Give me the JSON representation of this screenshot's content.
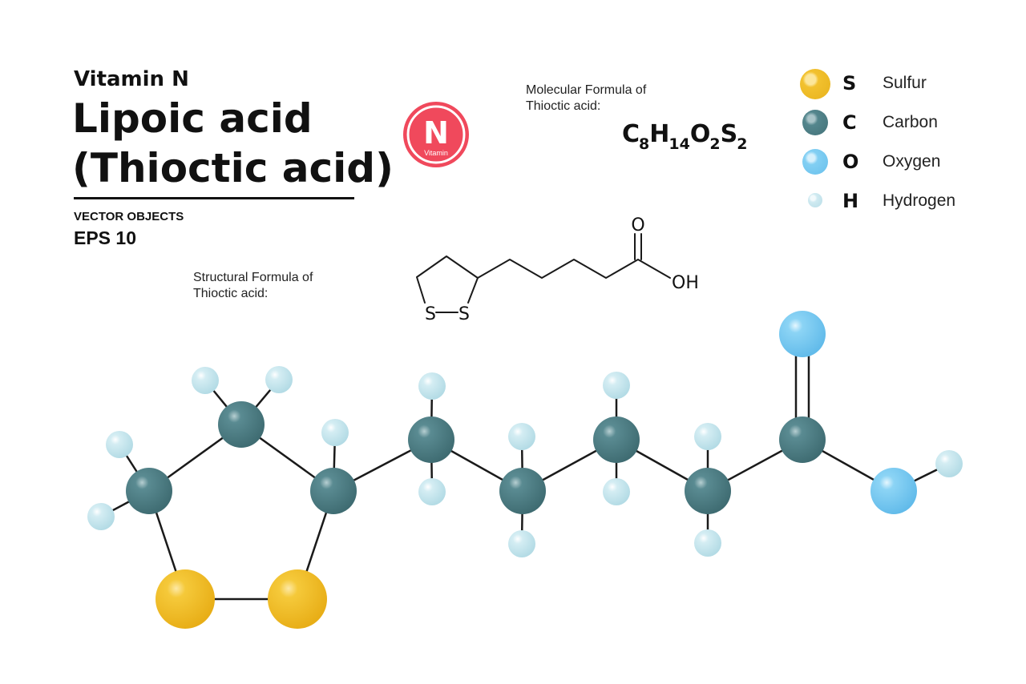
{
  "header": {
    "subtitle": "Vitamin N",
    "title_line1": "Lipoic acid",
    "title_line2": "(Thioctic acid)",
    "tag1": "VECTOR OBJECTS",
    "tag2": "EPS 10"
  },
  "badge": {
    "letter": "N",
    "word": "Vitamin",
    "color": "#f0495c"
  },
  "molecular": {
    "caption_line1": "Molecular Formula of",
    "caption_line2": "Thioctic acid:",
    "formula": [
      {
        "el": "C",
        "n": "8"
      },
      {
        "el": "H",
        "n": "14"
      },
      {
        "el": "O",
        "n": "2"
      },
      {
        "el": "S",
        "n": "2"
      }
    ]
  },
  "structural": {
    "caption_line1": "Structural  Formula of",
    "caption_line2": "Thioctic acid:",
    "label_o": "O",
    "label_oh": "OH",
    "label_s1": "S",
    "label_s2": "S"
  },
  "legend": [
    {
      "symbol": "S",
      "name": "Sulfur",
      "color": "#f2c12e"
    },
    {
      "symbol": "C",
      "name": "Carbon",
      "color": "#4f8088"
    },
    {
      "symbol": "O",
      "name": "Oxygen",
      "color": "#7dcdf3"
    },
    {
      "symbol": "H",
      "name": "Hydrogen",
      "color": "#cfeaf1"
    }
  ],
  "colors": {
    "sulfur": "#f2c12e",
    "carbon": "#4f8088",
    "oxygen": "#7dcdf3",
    "hydrogen": "#cfeaf1",
    "bond": "#1a1a1a"
  }
}
